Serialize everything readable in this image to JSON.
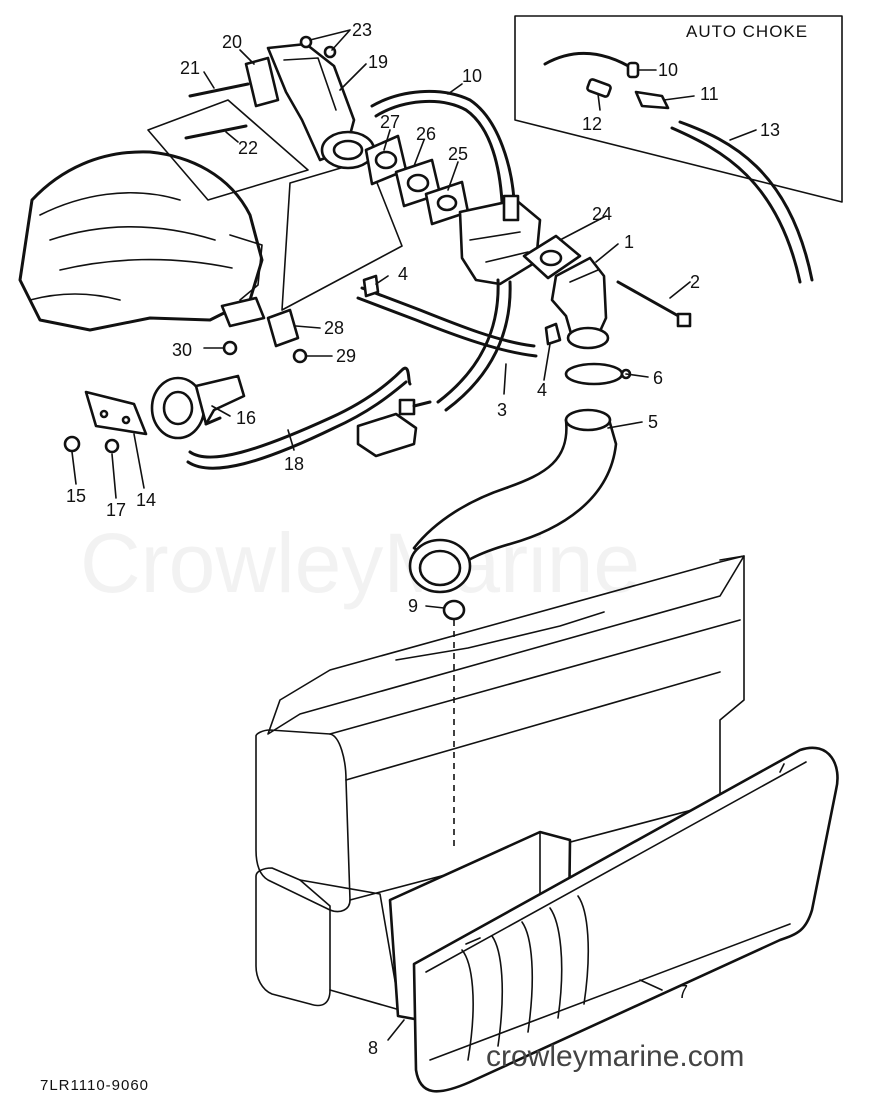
{
  "inset": {
    "title": "AUTO CHOKE"
  },
  "callouts": [
    "1",
    "2",
    "3",
    "4",
    "4",
    "5",
    "6",
    "7",
    "8",
    "9",
    "10",
    "10",
    "11",
    "12",
    "13",
    "14",
    "15",
    "16",
    "17",
    "18",
    "19",
    "20",
    "21",
    "22",
    "23",
    "24",
    "25",
    "26",
    "27",
    "28",
    "29",
    "30"
  ],
  "figure_code": "7LR1110-9060",
  "watermark": "CrowleyMarine",
  "site_url": "crowleymarine.com"
}
